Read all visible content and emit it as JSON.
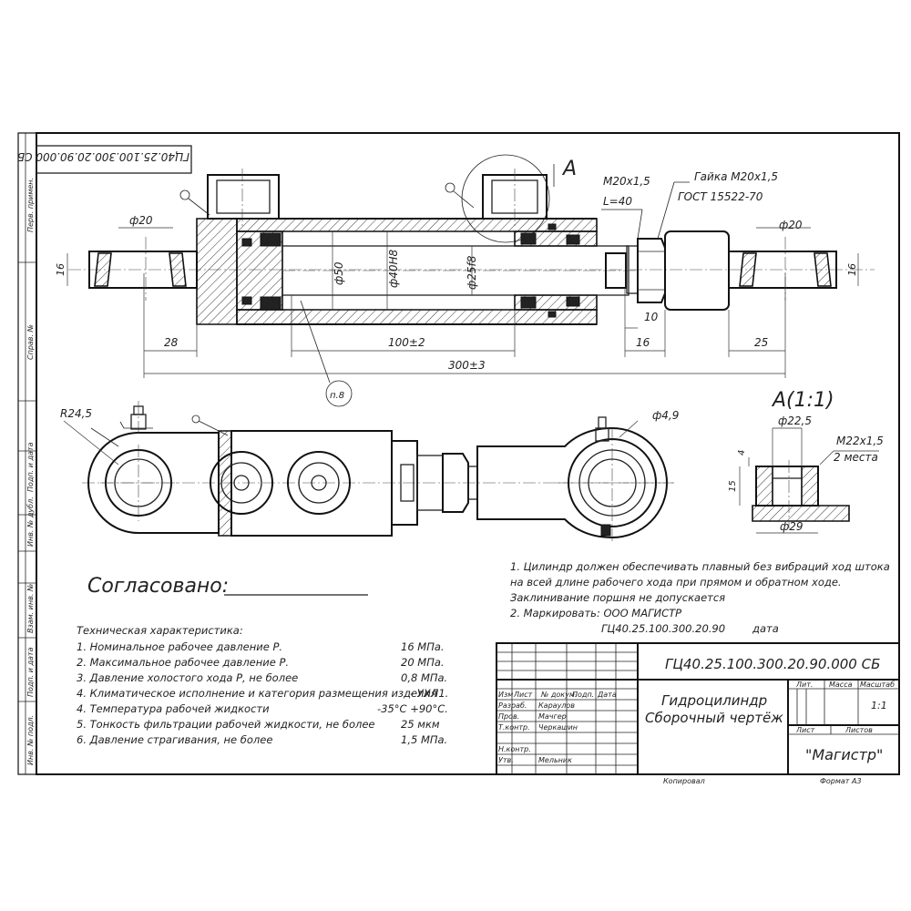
{
  "frame": {
    "stamp_rotated": "ГЦ40.25.100.300.20.90.000 СБ",
    "margin_labels": [
      "Перв. примен.",
      "Справ. №",
      "Подп. и дата",
      "Инв. № дубл.",
      "Взам. инв. №",
      "Подп. и дата",
      "Инв. № подл."
    ]
  },
  "drawing": {
    "view_label": "A",
    "detail_label": "A(1:1)",
    "dims": {
      "dia_20_left": "ф20",
      "h16_left": "16",
      "m20": "M20x1,5",
      "l40": "L=40",
      "nut": "Гайка M20x1,5",
      "gost": "ГОСТ 15522-70",
      "dia_20_right": "ф20",
      "h16_right": "16",
      "dia_50": "ф50",
      "dia_40h8": "ф40H8",
      "dia_25f8": "ф25f8",
      "d10": "10",
      "d28": "28",
      "d100": "100±2",
      "d16": "16",
      "d25": "25",
      "d300": "300±3",
      "item8": "п.8",
      "r245": "R24,5",
      "dia_49": "ф4,9"
    },
    "detail": {
      "dia_225": "ф22,5",
      "m22": "M22x1,5",
      "places": "2 места",
      "h4": "4",
      "h15": "15",
      "dia_29": "ф29"
    }
  },
  "approval": "Согласовано:",
  "specs": {
    "title": "Техническая характеристика:",
    "rows": [
      {
        "label": "1. Номинальное рабочее давление   Р.",
        "value": "16 МПа."
      },
      {
        "label": "2. Максимальное рабочее давление Р.",
        "value": "20 МПа."
      },
      {
        "label": "3. Давление холостого хода Р,       не более",
        "value": "0,8 МПа."
      },
      {
        "label": "4. Климатическое исполнение и категория размещения изделия",
        "value": "- УХЛ1."
      },
      {
        "label": "4. Температура рабочей жидкости",
        "value": "-35°С +90°С."
      },
      {
        "label": "5. Тонкость фильтрации рабочей жидкости, не более",
        "value": "25 мкм"
      },
      {
        "label": "6. Давление страгивания,                     не более",
        "value": "1,5 МПа."
      }
    ]
  },
  "notes": {
    "line1": "1. Цилиндр должен обеспечивать плавный без вибраций ход штока",
    "line2": "на всей    длине рабочего хода при прямом и обратном ходе.",
    "line3": "Заклинивание поршня не допускается",
    "line4": "2. Маркировать: ООО МАГИСТР",
    "line5_code": "ГЦ40.25.100.300.20.90",
    "line5_date": "дата"
  },
  "title_block": {
    "designation": "ГЦ40.25.100.300.20.90.000 СБ",
    "name_line1": "Гидроцилиндр",
    "name_line2": "Сборочный чертёж",
    "headers": {
      "izm": "Изм",
      "list": "Лист",
      "doc": "№ докум.",
      "podp": "Подп.",
      "data": "Дата"
    },
    "roles": [
      {
        "role": "Разраб.",
        "name": "Караулов"
      },
      {
        "role": "Пров.",
        "name": "Мачгер"
      },
      {
        "role": "Т.контр.",
        "name": "Черкашин"
      },
      {
        "role": "",
        "name": ""
      },
      {
        "role": "Н.контр.",
        "name": ""
      },
      {
        "role": "Утв.",
        "name": "Мельник"
      }
    ],
    "lit": "Лит.",
    "massa": "Масса",
    "masshtab": "Масштаб",
    "scale": "1:1",
    "sheet": "Лист",
    "sheets": "Листов",
    "org": "\"Магистр\"",
    "copied": "Копировал",
    "format": "Формат   А3"
  }
}
